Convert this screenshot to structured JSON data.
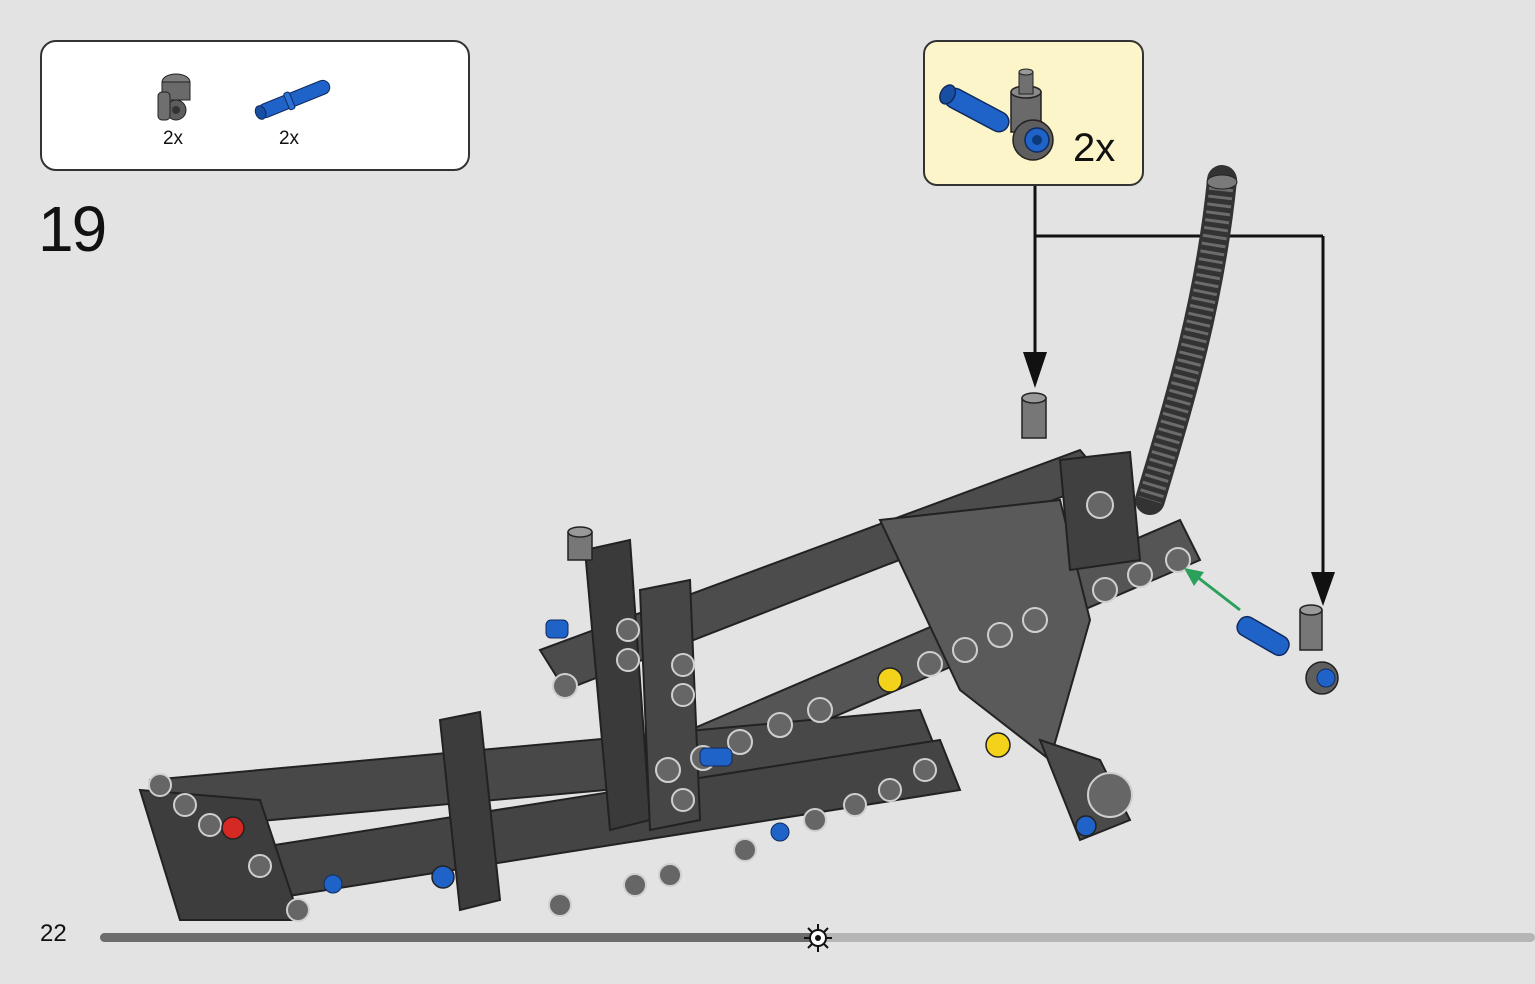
{
  "parts_list": {
    "items": [
      {
        "part": "connector-icon",
        "qty": "2x",
        "color": "#6a6a6a"
      },
      {
        "part": "blue-pin-icon",
        "qty": "2x",
        "color": "#1f63c8"
      }
    ]
  },
  "step": {
    "number": "19"
  },
  "subassembly": {
    "qty": "2x",
    "background": "#fbf5c9"
  },
  "footer": {
    "page_number": "22",
    "progress": 0.5
  },
  "colors": {
    "beam": "#4a4a4a",
    "pin_blue": "#1f63c8",
    "axle_yellow": "#f2d21b",
    "axle_red": "#d42a23",
    "arrow_green": "#2aa05a"
  }
}
